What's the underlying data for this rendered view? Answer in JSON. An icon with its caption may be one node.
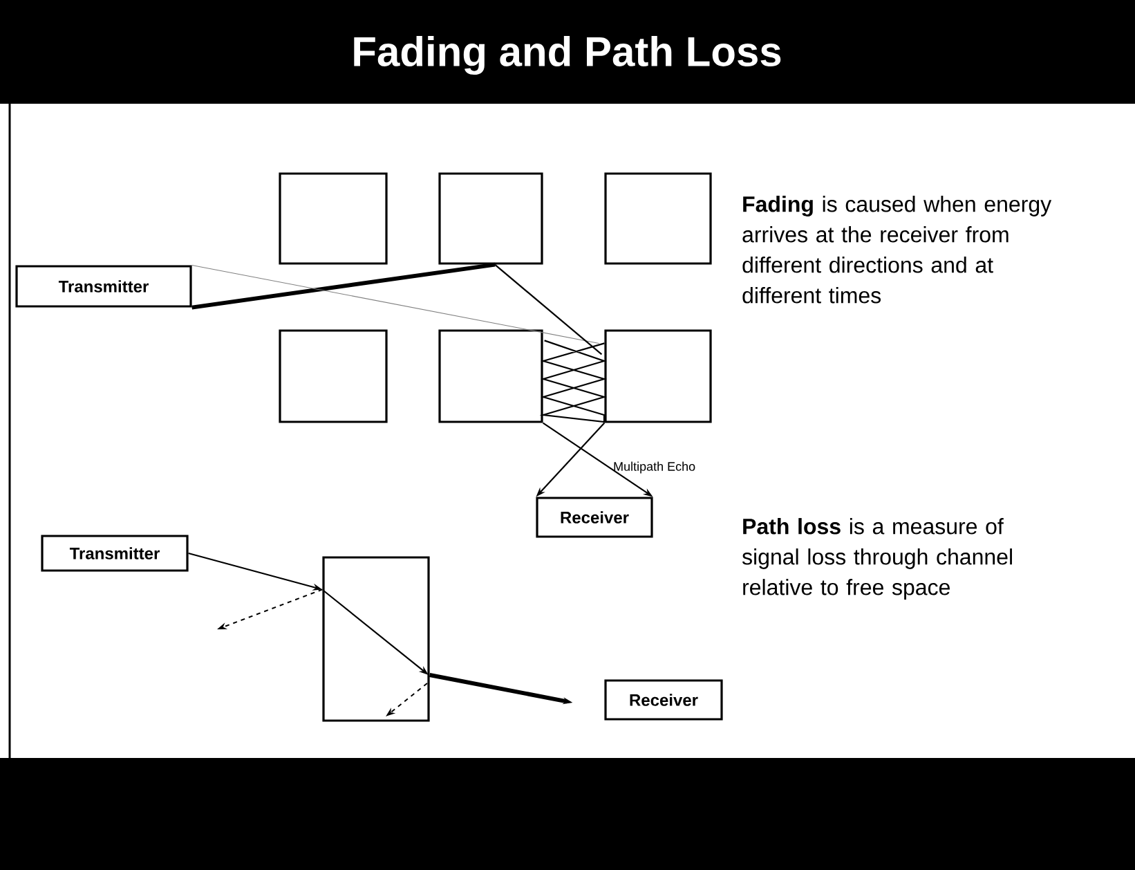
{
  "diagram": {
    "title": "Fading and Path Loss",
    "nodes": [
      {
        "text": [
          "Transmitter"
        ]
      },
      {
        "text": [],
        "shape": "box"
      },
      {
        "text": [],
        "shape": "box"
      },
      {
        "text": [],
        "shape": "box"
      },
      {
        "text": [],
        "shape": "box"
      },
      {
        "text": [],
        "shape": "box"
      },
      {
        "text": [],
        "shape": "box"
      },
      {
        "text": [
          "Receiver"
        ]
      },
      {
        "text": [
          "Transmitter"
        ]
      },
      {
        "text": [],
        "shape": "box"
      },
      {
        "text": [
          "Receiver"
        ]
      }
    ],
    "edges": [
      {
        "from": 0,
        "to": 2,
        "arrow": "none",
        "style": "thick"
      },
      {
        "from": 0,
        "to": 6,
        "arrow": "none",
        "color": "#808080"
      },
      {
        "from": 2,
        "to": 6,
        "arrow": "none"
      },
      {
        "from": 5,
        "to": 6,
        "arrow": "none"
      },
      {
        "from": 5,
        "to": 7,
        "arrow": "to"
      },
      {
        "from": 6,
        "to": 7,
        "arrow": "to"
      },
      {
        "from": 8,
        "to": 9,
        "arrow": "to"
      },
      {
        "from": 9,
        "to": 10,
        "arrow": "to",
        "style": "thick"
      },
      {
        "from": 9,
        "to": null,
        "arrow": "to",
        "style": "dashed"
      }
    ],
    "labels": [
      "**Fading** is caused when energy arrives at the receiver from different directions and at different times",
      "Multipath Echo",
      "**Path loss** is a measure of signal loss through channel relative to free space"
    ]
  }
}
